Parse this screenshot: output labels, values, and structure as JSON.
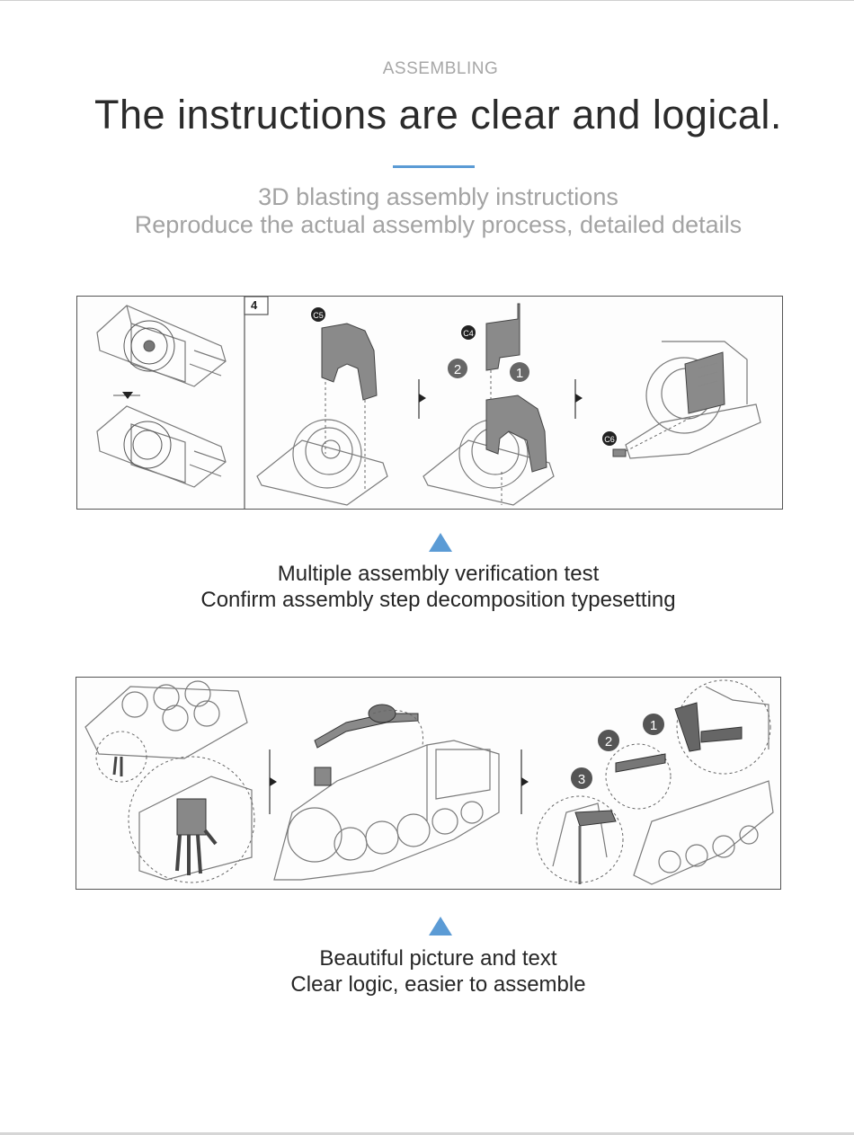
{
  "section": {
    "eyebrow": "ASSEMBLING",
    "headline": "The instructions are clear and logical.",
    "subtitle_line1": "3D blasting assembly instructions",
    "subtitle_line2": "Reproduce the actual assembly process, detailed details",
    "accent_color": "#5b9bd5"
  },
  "figure1": {
    "step_number": "4",
    "part_labels": [
      "C5",
      "C4",
      "C6"
    ],
    "callouts": [
      "2",
      "1"
    ],
    "caption_line1": "Multiple assembly verification test",
    "caption_line2": "Confirm assembly step decomposition typesetting"
  },
  "figure2": {
    "callouts": [
      "1",
      "2",
      "3"
    ],
    "caption_line1": "Beautiful picture and text",
    "caption_line2": "Clear logic, easier to assemble"
  }
}
